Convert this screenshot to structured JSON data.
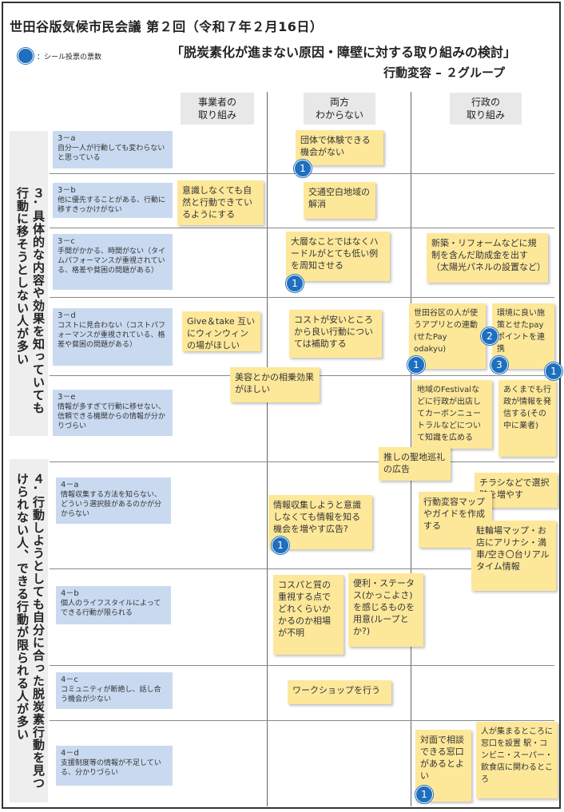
{
  "header": {
    "title": "世田谷版気候市民会議 第２回（令和７年２月16日）",
    "legend_text": "：シール投票の票数",
    "subtitle": "「脱炭素化が進まない原因・障壁に対する取り組みの検討」",
    "group": "行動変容 – ２グループ"
  },
  "columns": [
    "事業者の\n取り組み",
    "両方\nわからない",
    "行政の\n取り組み"
  ],
  "sections": [
    {
      "title": "３. 具体的な内容や効果を知っていても行動に移そうとしない人が多い"
    },
    {
      "title": "４. 行動しようとしても自分に合った脱炭素行動を見つけられない人、できる行動が限られる人が多い"
    }
  ],
  "categories": [
    {
      "code": "3－a",
      "text": "自分一人が行動しても変わらないと思っている"
    },
    {
      "code": "3－b",
      "text": "他に優先することがある、行動に移すきっかけがない"
    },
    {
      "code": "3－c",
      "text": "手間がかかる、時間がない（タイムパフォーマンスが重視されている、格差や貧困の問題がある）"
    },
    {
      "code": "3－d",
      "text": "コストに見合わない（コストパフォーマンスが重視されている、格差や貧困の問題がある）"
    },
    {
      "code": "3－e",
      "text": "情報が多すぎて行動に移せない、信頼できる機関からの情報が分かりづらい"
    },
    {
      "code": "4－a",
      "text": "情報収集する方法を知らない、どういう選択肢があるのかが分からない"
    },
    {
      "code": "4－b",
      "text": "個人のライフスタイルによってできる行動が限られる"
    },
    {
      "code": "4－c",
      "text": "コミュニティが断絶し、話し合う機会が少ない"
    },
    {
      "code": "4－d",
      "text": "支援制度等の情報が不足している、分かりづらい"
    }
  ],
  "notes": [
    {
      "text": "団体で体験できる機会がない"
    },
    {
      "text": "意識しなくても自然と行動できているようにする"
    },
    {
      "text": "交通空白地域の解消"
    },
    {
      "text": "大層なことではなくハードルがとても低い例を周知させる"
    },
    {
      "text": "新築・リフォームなどに規制を含んだ助成金を出す（太陽光パネルの設置など）"
    },
    {
      "text": "Give＆take 互いにウィンウィンの場がほしい"
    },
    {
      "text": "コストが安いところから良い行動については補助する"
    },
    {
      "text": "世田谷区の人が使うアプリとの連動(せたPay odakyu)"
    },
    {
      "text": "環境に良い施策とせたpayポイントを連携"
    },
    {
      "text": "美容とかの相乗効果がほしい"
    },
    {
      "text": "地域のFestivalなどに行政が出店してカーボンニュートラルなどについて知識を広める"
    },
    {
      "text": "あくまでも行政が情報を発信する(その中に業者)"
    },
    {
      "text": "推しの聖地巡礼の広告"
    },
    {
      "text": "チラシなどで選択肢を増やす"
    },
    {
      "text": "情報収集しようと意識しなくても情報を知る機会を増やす広告?"
    },
    {
      "text": "行動変容マップやガイドを作成する"
    },
    {
      "text": "駐輪場マップ・お店にアリナシ・満車/空き〇台リアルタイム情報"
    },
    {
      "text": "コスパと質の重視する点でどれくらいかかるのか相場が不明"
    },
    {
      "text": "便利・ステータス(かっこよさ)を感じるものを用意(ループとか?)"
    },
    {
      "text": "ワークショップを行う"
    },
    {
      "text": "対面で相談できる窓口があるとよい"
    },
    {
      "text": "人が集まるところに窓口を設置 駅・コンビニ・スーパー・飲食店に関わるところ"
    }
  ],
  "votes": [
    "1",
    "1",
    "1",
    "2",
    "3",
    "1",
    "1",
    "1"
  ],
  "colors": {
    "category_bg": "#c9daf0",
    "note_bg": "#fde89a",
    "dot": "#1f6fbf"
  }
}
